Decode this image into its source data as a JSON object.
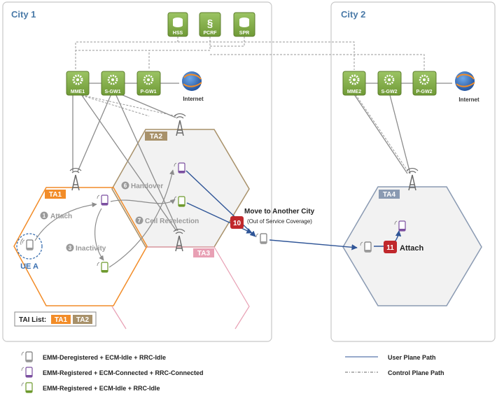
{
  "cities": {
    "city1": {
      "label": "City 1"
    },
    "city2": {
      "label": "City 2"
    }
  },
  "core_nodes": {
    "hss": "HSS",
    "pcrf": "PCRF",
    "spr": "SPR",
    "mme1": "MME1",
    "sgw1": "S-GW1",
    "pgw1": "P-GW1",
    "mme2": "MME2",
    "sgw2": "S-GW2",
    "pgw2": "P-GW2",
    "internet1": "Internet",
    "internet2": "Internet"
  },
  "tracking_areas": {
    "ta1": "TA1",
    "ta2": "TA2",
    "ta3": "TA3",
    "ta4": "TA4"
  },
  "ue_label": "UE A",
  "tai_list": {
    "label": "TAI List:",
    "items": [
      "TA1",
      "TA2"
    ]
  },
  "steps": [
    {
      "num": "1",
      "text": "Attach"
    },
    {
      "num": "3",
      "text": "Inactivity"
    },
    {
      "num": "6",
      "text": "Handover"
    },
    {
      "num": "7",
      "text": "Cell Reselection"
    },
    {
      "num": "10",
      "text": "Move to Another City",
      "sub": "(Out of Service Coverage)"
    },
    {
      "num": "11",
      "text": "Attach"
    }
  ],
  "legend": {
    "states": [
      {
        "text": "EMM-Deregistered + ECM-Idle + RRC-Idle",
        "color": "#9a9a9a"
      },
      {
        "text": "EMM-Registered + ECM-Connected + RRC-Connected",
        "color": "#7b4fa0"
      },
      {
        "text": "EMM-Registered + ECM-Idle + RRC-Idle",
        "color": "#6e9a2e"
      }
    ],
    "paths": [
      {
        "text": "User Plane Path"
      },
      {
        "text": "Control Plane Path"
      }
    ]
  },
  "colors": {
    "ta1": "#f28c28",
    "ta2": "#a8916a",
    "ta3": "#e8a0b4",
    "ta4": "#8a9ab2",
    "step_gray": "#9a9a9a",
    "step_red": "#c0282c",
    "node_green": "#7ea84a",
    "arrow_blue": "#2f5597"
  }
}
